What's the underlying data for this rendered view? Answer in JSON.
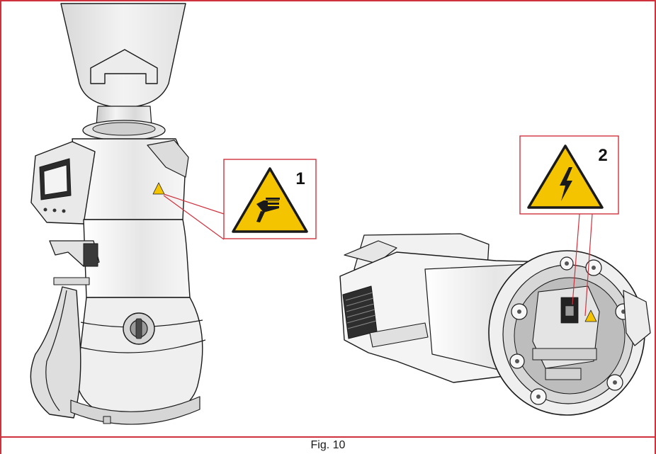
{
  "figure": {
    "caption": "Fig. 10",
    "accent_color": "#d0323d",
    "warning_yellow": "#f5c400"
  },
  "callouts": [
    {
      "number": "1",
      "icon": "cutting-hazard-hand-icon"
    },
    {
      "number": "2",
      "icon": "electrical-hazard-lightning-icon"
    }
  ]
}
